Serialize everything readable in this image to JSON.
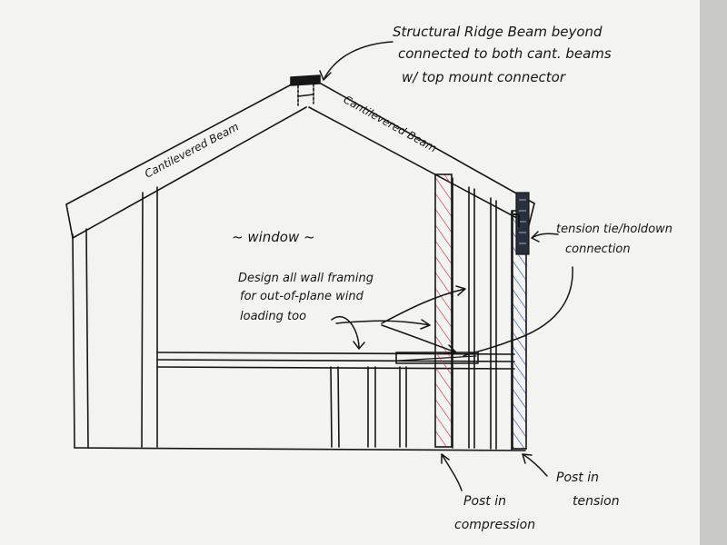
{
  "notes": {
    "ridge_line1": "Structural Ridge Beam beyond",
    "ridge_line2": "connected to both cant. beams",
    "ridge_line3": "w/ top mount connector",
    "left_beam": "Cantilevered Beam",
    "right_beam": "Cantilevered Beam",
    "window": "~ window ~",
    "design_line1": "Design all wall framing",
    "design_line2": "for out-of-plane wind",
    "design_line3": "loading too",
    "tie_line1": "tension tie/holdown",
    "tie_line2": "connection",
    "comp_line1": "Post in",
    "comp_line2": "compression",
    "tens_line1": "Post in",
    "tens_line2": "tension"
  },
  "colors": {
    "paper": "#f3f3f1",
    "ink": "#161616",
    "compression_hatch": "#c8323a",
    "tension_hatch": "#2f4fa8"
  }
}
